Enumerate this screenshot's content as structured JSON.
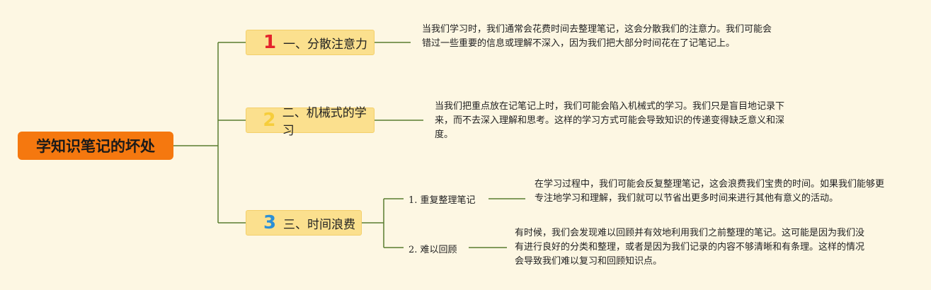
{
  "root": {
    "title": "学知识笔记的坏处"
  },
  "branches": [
    {
      "number": "1",
      "label": "一、分散注意力",
      "description": "当我们学习时，我们通常会花费时间去整理笔记，这会分散我们的注意力。我们可能会错过一些重要的信息或理解不深入，因为我们把大部分时间花在了记笔记上。"
    },
    {
      "number": "2",
      "label": "二、机械式的学习",
      "description": "当我们把重点放在记笔记上时，我们可能会陷入机械式的学习。我们只是盲目地记录下来，而不去深入理解和思考。这样的学习方式可能会导致知识的传递变得缺乏意义和深度。"
    },
    {
      "number": "3",
      "label": "三、时间浪费",
      "children": [
        {
          "label": "1. 重复整理笔记",
          "description": "在学习过程中，我们可能会反复整理笔记，这会浪费我们宝贵的时间。如果我们能够更专注地学习和理解，我们就可以节省出更多时间来进行其他有意义的活动。"
        },
        {
          "label": "2. 难以回顾",
          "description": "有时候，我们会发现难以回顾并有效地利用我们之前整理的笔记。这可能是因为我们没有进行良好的分类和整理，或者是因为我们记录的内容不够清晰和有条理。这样的情况会导致我们难以复习和回顾知识点。"
        }
      ]
    }
  ],
  "colors": {
    "background": "#fdf7e3",
    "root": "#f5780f",
    "branch": "#fbe08e",
    "line": "#5a7d2f",
    "number1": "#e4232b",
    "number2": "#f6cd3b",
    "number3": "#2b8fd6"
  }
}
